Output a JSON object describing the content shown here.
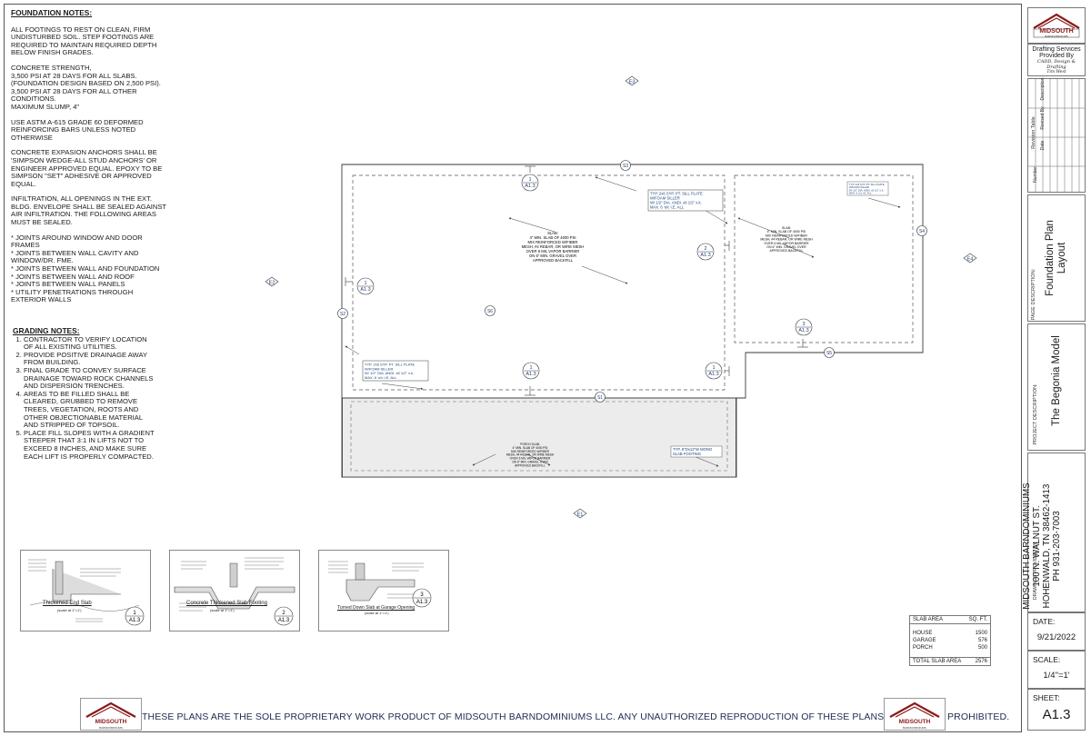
{
  "foundation_notes": {
    "title": "FOUNDATION NOTES:",
    "paragraphs": [
      "ALL FOOTINGS TO REST ON CLEAN, FIRM UNDISTURBED SOIL. STEP FOOTINGS ARE REQUIRED TO MAINTAIN REQUIRED DEPTH BELOW FINISH GRADES.",
      "CONCRETE STRENGTH,\n3,500 PSI AT 28 DAYS FOR ALL SLABS.\n(FOUNDATION DESIGN BASED ON 2,500 PSI).\n3,500 PSI AT 28 DAYS FOR ALL OTHER CONDITIONS.\nMAXIMUM SLUMP, 4\"",
      "USE ASTM A-615 GRADE 60 DEFORMED REINFORCING BARS UNLESS NOTED OTHERWISE",
      "CONCRETE EXPASION ANCHORS SHALL BE 'SIMPSON WEDGE-ALL STUD ANCHORS' OR ENGINEER APPROVED EQUAL.  EPOXY TO BE SIMPSON \"SET\" ADHESIVE OR APPROVED EQUAL.",
      "INFILTRATION, ALL OPENINGS IN THE EXT. BLDG. ENVELOPE SHALL BE SEALED AGAINST AIR INFILTRATION. THE FOLLOWING AREAS MUST BE SEALED.",
      "   * JOINTS AROUND WINDOW AND DOOR FRAMES\n  * JOINTS BETWEEN WALL CAVITY AND WINDOW/DR. FME.\n  * JOINTS BETWEEN WALL AND FOUNDATION\n  * JOINTS BETWEEN WALL AND ROOF\n  * JOINTS BETWEEN WALL PANELS\n  * UTILITY PENETRATIONS THROUGH EXTERIOR WALLS"
    ]
  },
  "grading_notes": {
    "title": "GRADING NOTES:",
    "items": [
      "CONTRACTOR TO VERIFY LOCATION OF ALL EXISTING UTILITIES.",
      "PROVIDE POSITIVE DRAINAGE AWAY FROM BUILDING.",
      "FINAL GRADE TO CONVEY SURFACE DRAINAGE TOWARD ROCK CHANNELS AND DISPERSION TRENCHES.",
      "AREAS TO BE FILLED SHALL BE CLEARED, GRUBBED TO REMOVE TREES, VEGETATION, ROOTS AND OTHER OBJECTIONABLE MATERIAL AND STRIPPED OF TOPSOIL.",
      "PLACE FILL SLOPES WITH A GRADIENT STEEPER THAT 3:1 IN LIFTS NOT TO EXCEED 8 INCHES, AND MAKE SURE EACH LIFT IS PROPERLY COMPACTED."
    ]
  },
  "plan": {
    "elevation_tags": [
      "E1",
      "E2",
      "E3",
      "E4"
    ],
    "section_tags": [
      "S1",
      "S2",
      "S3",
      "S4",
      "S5",
      "S6"
    ],
    "detail_callouts": [
      {
        "num": "1",
        "sheet": "A1.3"
      },
      {
        "num": "2",
        "sheet": "A1.3"
      },
      {
        "num": "3",
        "sheet": "A1.3"
      }
    ],
    "house_slab_note": "SLAB:\n4\" MIN. SLAB OF 4000 PSI\nMIX REINFORCED W/FIBER\nMESH, #4 REBAR, OR WIRE MESH\nOVER 6 MIL VAPOR BARRIER\nON 6\" MIN. GRAVEL OVER\nAPPROVED BACKFILL",
    "garage_slab_note": "SLAB:\n4\" MIN. SLAB OF 4000 PSI\nMIX REINFORCED W/FIBER\nMESH, #4 REBAR, OR WIRE MESH\nOVER 6 MIL VAPOR BARRIER\nON 6\" MIN. GRAVEL OVER\nAPPROVED BACKFILL",
    "porch_slab_note": "PORCH SLAB:\n4\" MIN. SLAB OF 4000 PSI\nMIX REINFORCED W/FIBER\nMESH, #4 REBAR, OR WIRE MESH\nOVER 6 MIL VAPOR BARRIER\nON 6\" MIN. GRAVEL OVER\nAPPROVED BACKFILL",
    "sill_plate_note": "TYP. 2x6 SYP. PT. SILL PLATE\nW/FOAM SILLER\nW/ 1/2\" DIA. ANDI. x6 1/2\" x.k.\nMAX. 6 'o/c I.E. ALL",
    "sill_plate_note_small": "TYP. 2x6 SYP. PT. SILL PLATE\nW/FOAM SILLER\nW/ 1/2\" DIA. ANDI. x6 1/2\" x.k.\nMAX. 6 'o/c I.E. ALL",
    "porch_footing_note": "TYP. 8\"Dx12\"W MONO\nSLAB FOOTING"
  },
  "details": [
    {
      "caption": "Thickened End Slab",
      "scale": "(scale at 1\"=1')",
      "num": "1",
      "sheet": "A1.3"
    },
    {
      "caption": "Concrete Thickened Slab Footing",
      "scale": "(scale at 1\"=1')",
      "num": "2",
      "sheet": "A1.3"
    },
    {
      "caption": "Turned Down Slab at Garage Opening",
      "scale": "(scale at 1\"=1')",
      "num": "3",
      "sheet": "A1.3"
    }
  ],
  "slab_table": {
    "headers": [
      "SLAB AREA",
      "SQ. FT."
    ],
    "rows": [
      [
        "HOUSE",
        "1500"
      ],
      [
        "GARAGE",
        "576"
      ],
      [
        "PORCH",
        "500"
      ]
    ],
    "total": [
      "TOTAL SLAB AREA",
      "2576"
    ]
  },
  "footer": {
    "notice": "THESE PLANS ARE THE SOLE PROPRIETARY WORK PRODUCT OF MIDSOUTH BARNDOMINIUMS LLC. ANY UNAUTHORIZED REPRODUCTION OF THESE PLANS IS STRICTLY PROHIBITED.",
    "logo_text": "MIDSOUTH",
    "logo_sub": "BARNDOMINIUMS"
  },
  "title_block": {
    "logo_text": "MIDSOUTH",
    "logo_sub": "BARNDOMINIUMS",
    "drafting_1": "Drafting Services",
    "drafting_2": "Provided By",
    "drafting_3": "CADD, Design & Drafting",
    "drafting_4": "Tim West",
    "revision_title": "Revision Table",
    "revision_headers": [
      "Number",
      "Date",
      "Revised By",
      "Description"
    ],
    "page_desc_label": "PAGE DESCRIPTION:",
    "page_desc": "Foundation Plan\nLayout",
    "project_desc_label": "PROJECT DESCRIPTION:",
    "project_desc": "The Begonia Model",
    "drawings_label": "DRAWINGS PROVIDED BY:",
    "company_1": "MIDSOUTH BARNDOMINIUMS",
    "company_2": "100 N. WALNUT ST.",
    "company_3": "HOHENWALD, TN 38462-1413",
    "company_4": "PH 931-203-7003",
    "date_label": "DATE:",
    "date": "9/21/2022",
    "scale_label": "SCALE:",
    "scale": "1/4\"=1'",
    "sheet_label": "SHEET:",
    "sheet": "A1.3"
  },
  "colors": {
    "line": "#3a3a3a",
    "tag": "#1d3f78",
    "porch_fill": "#ececec",
    "brand_red": "#8b1a1a"
  }
}
